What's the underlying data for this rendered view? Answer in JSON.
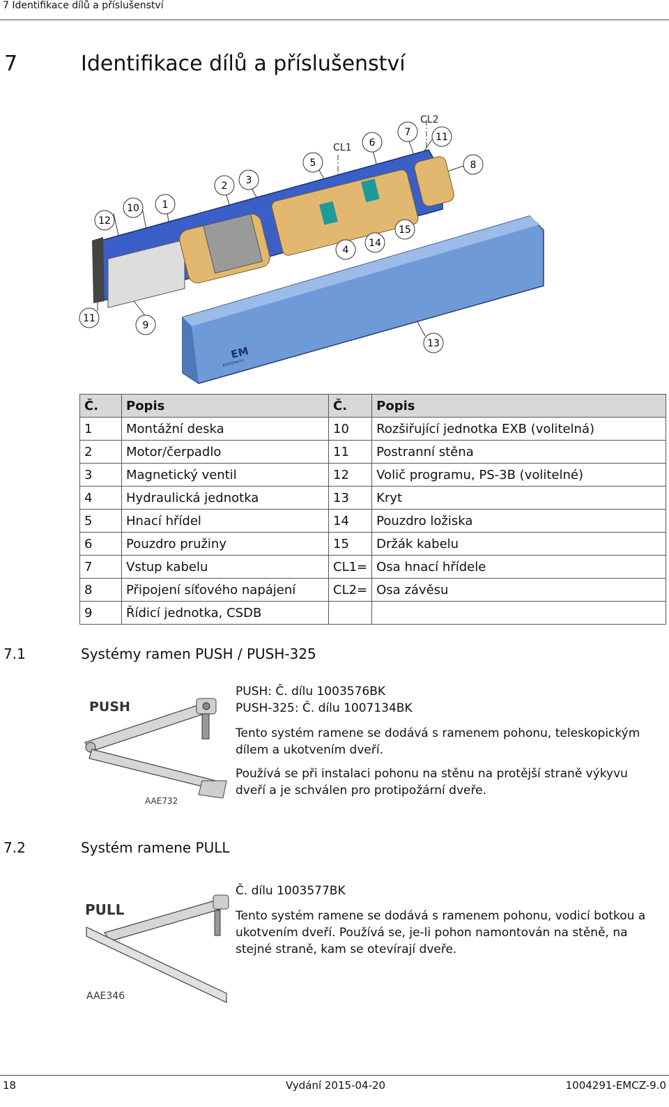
{
  "header": {
    "running_title": "7 Identifikace dílů a příslušenství"
  },
  "title": {
    "number": "7",
    "text": "Identifikace dílů a příslušenství"
  },
  "drawing": {
    "callouts": [
      "12",
      "10",
      "1",
      "2",
      "3",
      "5",
      "6",
      "7",
      "11",
      "8",
      "4",
      "14",
      "15",
      "11",
      "9",
      "13"
    ],
    "cl1": "CL1",
    "cl2": "CL2",
    "brand": "EM",
    "brand_sub": "ENTREMATIC"
  },
  "parts_table": {
    "headers": [
      "Č.",
      "Popis",
      "Č.",
      "Popis"
    ],
    "rows": [
      [
        "1",
        "Montážní deska",
        "10",
        "Rozšiřující jednotka EXB (volitelná)"
      ],
      [
        "2",
        "Motor/čerpadlo",
        "11",
        "Postranní stěna"
      ],
      [
        "3",
        "Magnetický ventil",
        "12",
        "Volič programu, PS-3B (volitelné)"
      ],
      [
        "4",
        "Hydraulická jednotka",
        "13",
        "Kryt"
      ],
      [
        "5",
        "Hnací hřídel",
        "14",
        "Pouzdro ložiska"
      ],
      [
        "6",
        "Pouzdro pružiny",
        "15",
        "Držák kabelu"
      ],
      [
        "7",
        "Vstup kabelu",
        "CL1=",
        "Osa hnací hřídele"
      ],
      [
        "8",
        "Připojení síťového napájení",
        "CL2=",
        "Osa závěsu"
      ],
      [
        "9",
        "Řídicí jednotka, CSDB",
        "",
        ""
      ]
    ]
  },
  "section_push": {
    "number": "7.1",
    "title": "Systémy ramen PUSH / PUSH-325",
    "image_label": "PUSH",
    "image_code": "AAE732",
    "part_line1": "PUSH: Č. dílu 1003576BK",
    "part_line2": "PUSH-325: Č. dílu 1007134BK",
    "para1": "Tento systém ramene se dodává s ramenem pohonu, teleskopickým dílem a ukotvením dveří.",
    "para2": "Používá se při instalaci pohonu na stěnu na protější straně výkyvu dveří a je schválen pro protipožární dveře."
  },
  "section_pull": {
    "number": "7.2",
    "title": "Systém ramene PULL",
    "image_label": "PULL",
    "image_code": "AAE346",
    "part_line": "Č. dílu 1003577BK",
    "para1": "Tento systém ramene se dodává s ramenem pohonu, vodicí botkou a ukotvením dveří. Používá se, je-li pohon namontován na stěně, na stejné straně, kam se otevírají dveře."
  },
  "footer": {
    "page": "18",
    "edition": "Vydání 2015-04-20",
    "doc": "1004291-EMCZ-9.0"
  },
  "colors": {
    "blue_plate": "#3a5fc8",
    "cover_blue": "#6f9ad8",
    "gold": "#e2b870",
    "teal": "#1e9a9a"
  }
}
